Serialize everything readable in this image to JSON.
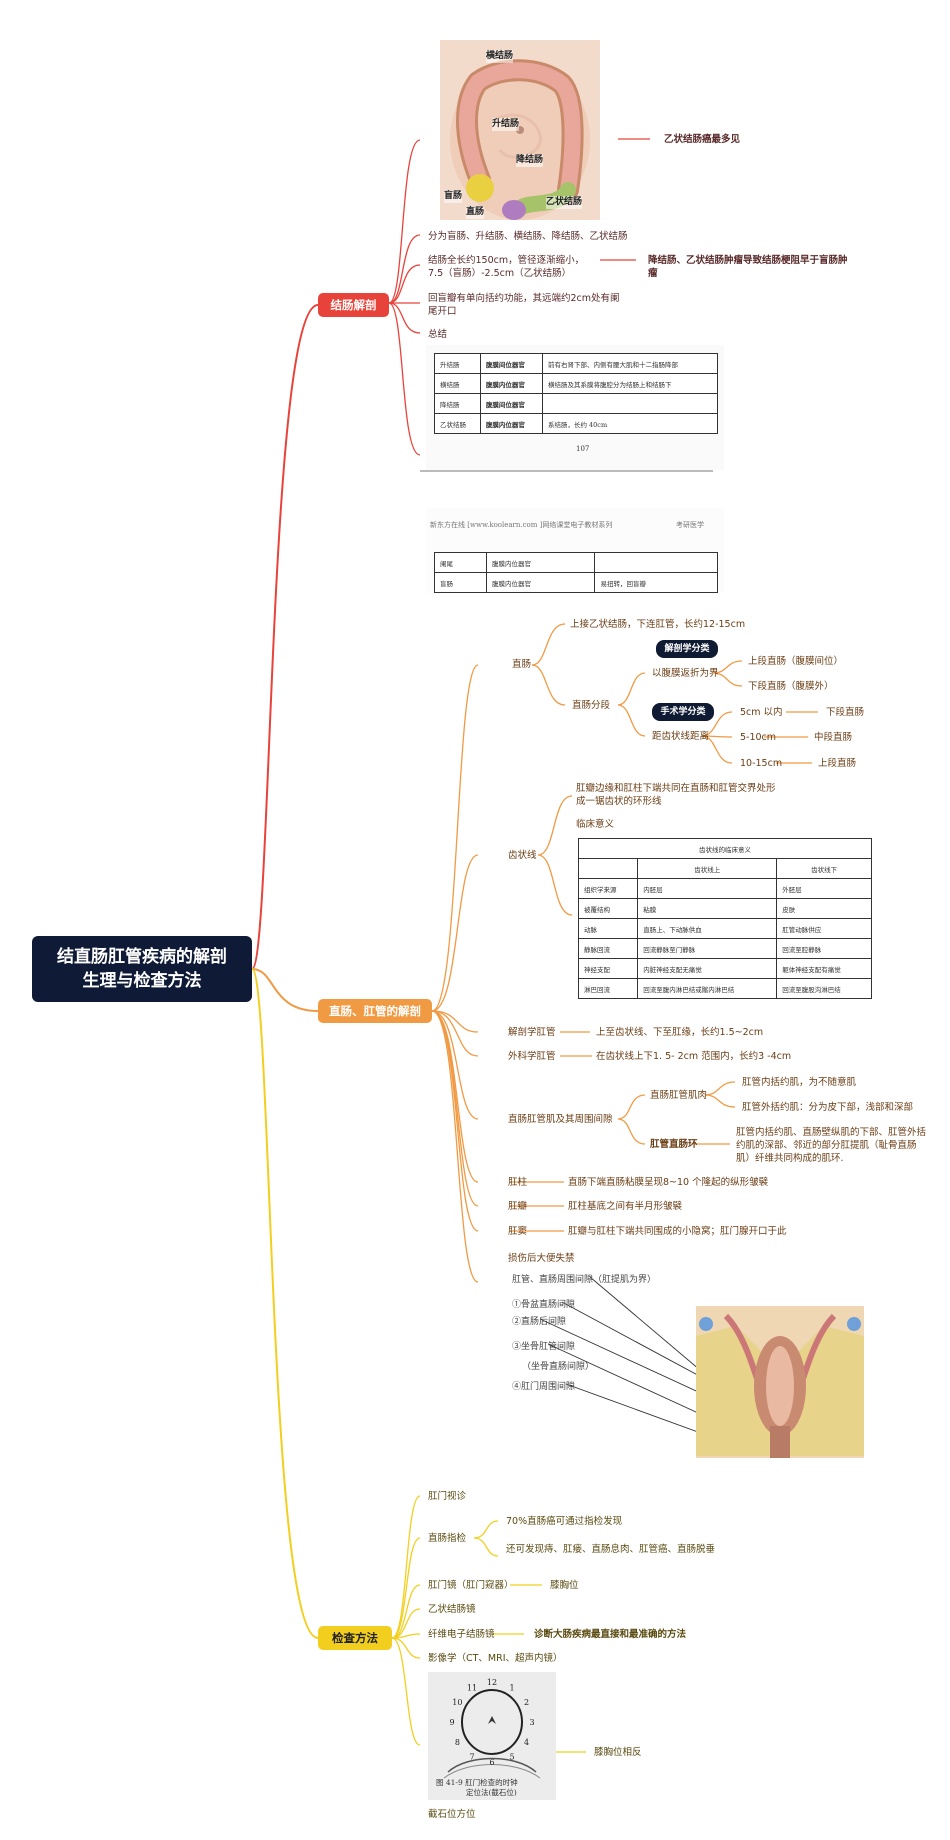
{
  "root": {
    "line1": "结直肠肛管疾病的解剖",
    "line2": "生理与检查方法"
  },
  "colors": {
    "red": "#e8433a",
    "orange": "#f09a44",
    "yellow": "#f2cf1f",
    "navy": "#0e1a36"
  },
  "sec1": {
    "title": "结肠解剖",
    "colon_labels": {
      "transverse": "横结肠",
      "ascending": "升结肠",
      "descending": "降结肠",
      "cecum": "盲肠",
      "rectum": "直肠",
      "sigmoid": "乙状结肠"
    },
    "image_note": "乙状结肠癌最多见",
    "segments": "分为盲肠、升结肠、横结肠、降结肠、乙状结肠",
    "length": "结肠全长约150cm，管径逐渐缩小，7.5（盲肠）-2.5cm（乙状结肠）",
    "length_note": "降结肠、乙状结肠肿瘤导致结肠梗阻早于盲肠肿瘤",
    "ileocecal": "回盲瓣有单向括约功能，其远端约2cm处有阑尾开口",
    "summary": "总结",
    "table1": [
      [
        "升结肠",
        "腹膜间位器官",
        "前有右肾下部、内侧有腰大肌和十二指肠降部"
      ],
      [
        "横结肠",
        "腹膜内位器官",
        "横结肠及其系膜将腹腔分为结肠上和结肠下"
      ],
      [
        "降结肠",
        "腹膜间位器官",
        ""
      ],
      [
        "乙状结肠",
        "腹膜内位器官",
        "系结肠，长约 40cm"
      ]
    ],
    "page_no": "107",
    "header_left": "新东方在线 [www.koolearn.com ]网络课堂电子教材系列",
    "header_right": "考研医学",
    "table2": [
      [
        "阑尾",
        "腹膜内位器官",
        ""
      ],
      [
        "盲肠",
        "腹膜内位器官",
        "易扭转，回盲瓣"
      ]
    ]
  },
  "sec2": {
    "title": "直肠、肛管的解剖",
    "rectum": {
      "label": "直肠",
      "upper": "上接乙状结肠，下连肛管，长约12-15cm",
      "seg_label": "直肠分段",
      "anat_pill": "解剖学分类",
      "anat_label": "以腹膜返折为界",
      "upper_rectum": "上段直肠（腹膜间位）",
      "lower_rectum": "下段直肠（腹膜外）",
      "surg_pill": "手术学分类",
      "surg_label": "距齿状线距离",
      "d1": "5cm 以内",
      "d1r": "下段直肠",
      "d2": "5-10cm",
      "d2r": "中段直肠",
      "d3": "10-15cm",
      "d3r": "上段直肠"
    },
    "dentate": {
      "label": "齿状线",
      "desc": "肛瓣边缘和肛柱下端共同在直肠和肛管交界处形成一锯齿状的环形线",
      "clinical": "临床意义",
      "table_title": "齿状线的临床意义",
      "head": [
        "",
        "齿状线上",
        "齿状线下"
      ],
      "rows": [
        [
          "组织学来源",
          "内胚层",
          "外胚层"
        ],
        [
          "被覆结构",
          "粘膜",
          "皮肤"
        ],
        [
          "动脉",
          "直肠上、下动脉供血",
          "肛管动脉供应"
        ],
        [
          "静脉回流",
          "回流静脉至门静脉",
          "回流至腔静脉"
        ],
        [
          "神经支配",
          "内脏神经支配无痛觉",
          "躯体神经支配有痛觉"
        ],
        [
          "淋巴回流",
          "回流至腹内淋巴结或髂内淋巴结",
          "回流至腹股沟淋巴结"
        ]
      ]
    },
    "anal_anat": {
      "label": "解剖学肛管",
      "text": "上至齿状线、下至肛缘，长约1.5~2cm"
    },
    "anal_surg": {
      "label": "外科学肛管",
      "text": "在齿状线上下1. 5- 2cm 范围内，长约3 -4cm"
    },
    "muscles": {
      "label": "直肠肛管肌及其周围间隙",
      "m1": "直肠肛管肌肉",
      "m1a": "肛管内括约肌，为不随意肌",
      "m1b": "肛管外括约肌：分为皮下部，浅部和深部",
      "m2": "肛管直肠环",
      "m2t": "肛管内括约肌、直肠壁纵肌的下部、肛管外括约肌的深部、邻近的部分肛提肌（耻骨直肠肌）纤维共同构成的肌环."
    },
    "columns": {
      "label": "肛柱",
      "text": "直肠下端直肠粘膜呈现8~10 个隆起的纵形皱襞"
    },
    "valves": {
      "label": "肛瓣",
      "text": "肛柱基底之间有半月形皱襞"
    },
    "sinus": {
      "label": "肛窦",
      "text": "肛瓣与肛柱下端共同围成的小隐窝；肛门腺开口于此"
    },
    "injury": "损伤后大便失禁",
    "spaces": [
      "肛管、直肠周围间隙（肛提肌为界）",
      "①骨盆直肠间隙",
      "②直肠后间隙",
      "③坐骨肛管间隙",
      "（坐骨直肠间隙）",
      "④肛门周围间隙"
    ]
  },
  "sec3": {
    "title": "检查方法",
    "i1": "肛门视诊",
    "i2": "直肠指检",
    "i2a": "70%直肠癌可通过指检发现",
    "i2b": "还可发现痔、肛瘘、直肠息肉、肛管癌、直肠脱垂",
    "i3": "肛门镜（肛门窥器）",
    "i3a": "膝胸位",
    "i4": "乙状结肠镜",
    "i5": "纤维电子结肠镜",
    "i5a": "诊断大肠疾病最直接和最准确的方法",
    "i6": "影像学（CT、MRI、超声内镜）",
    "clock_caption1": "图 41-9   肛门检查的时钟",
    "clock_caption2": "定位法(截石位)",
    "clock_note": "膝胸位相反",
    "clock_label": "截石位方位",
    "clock_numbers": [
      "12",
      "1",
      "2",
      "3",
      "4",
      "5",
      "6",
      "7",
      "8",
      "9",
      "10",
      "11"
    ]
  }
}
